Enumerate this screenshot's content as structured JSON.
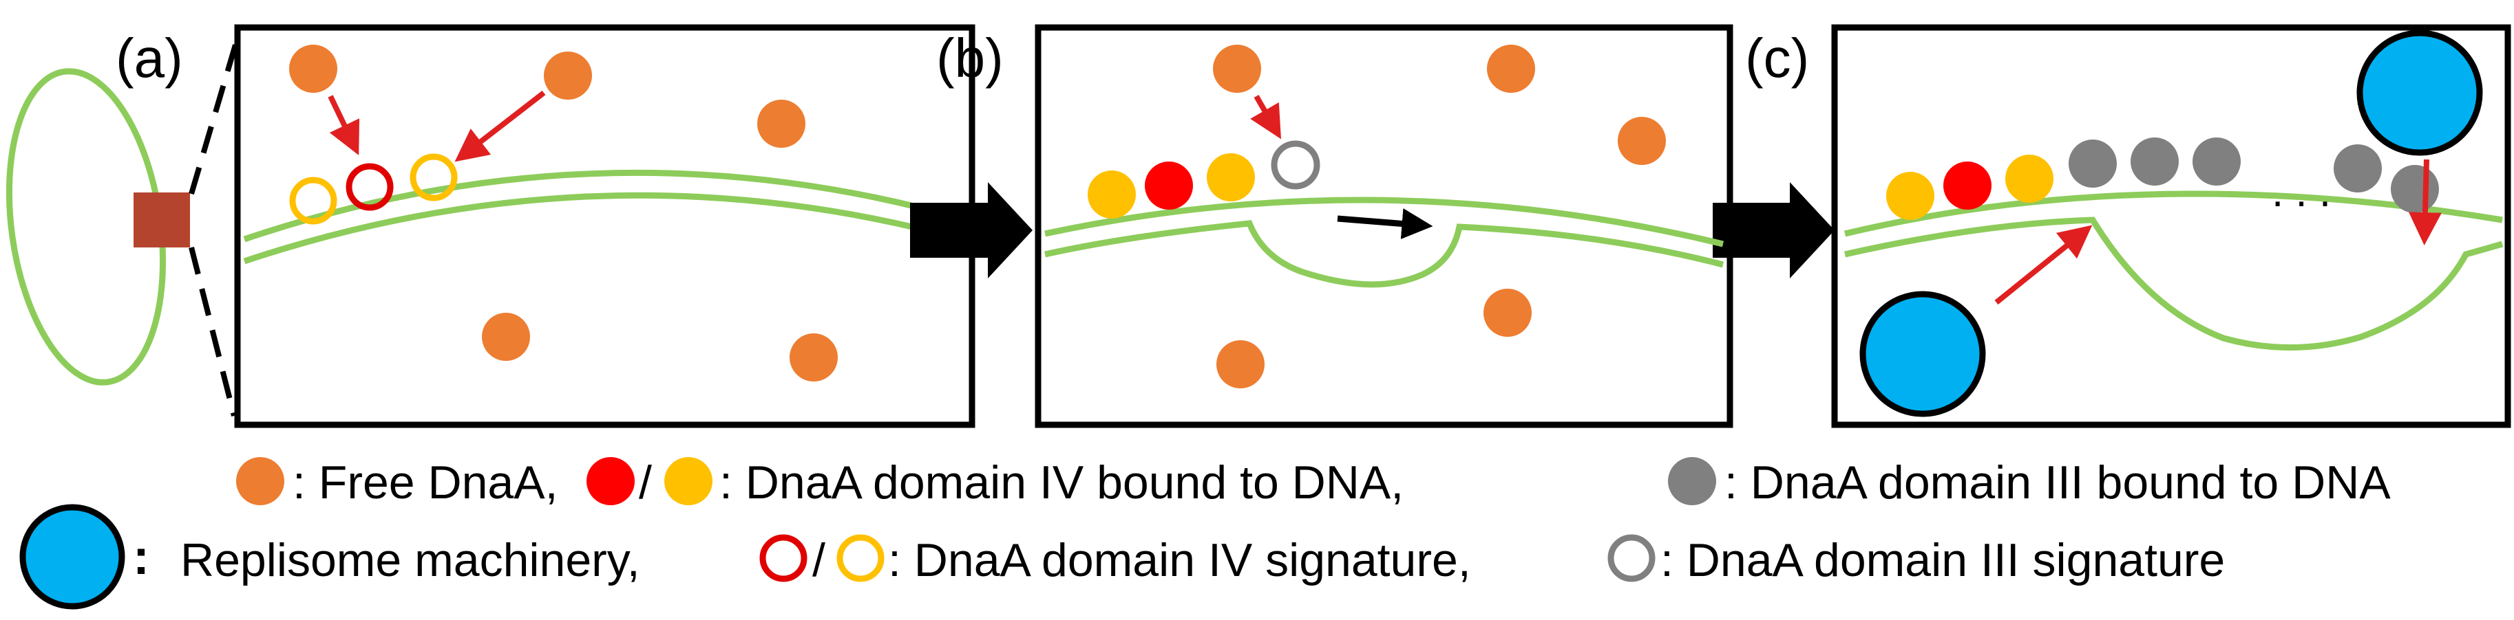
{
  "panels": [
    {
      "label": "(a)"
    },
    {
      "label": "(b)"
    },
    {
      "label": "(c)"
    }
  ],
  "ellipsis": ". . .",
  "legend": {
    "line1": {
      "free_dnaa": ": Free DnaA,",
      "slash": "/",
      "domain4_bound": ": DnaA domain IV bound to DNA,",
      "domain3_bound": ": DnaA domain III bound to DNA"
    },
    "line2": {
      "colon": ":",
      "replisome": "Replisome machinery,",
      "slash": "/",
      "domain4_signature": ": DnaA domain IV signature,",
      "domain3_signature": ": DnaA domain III signature"
    }
  },
  "colors": {
    "dna_green": "#8dcc5a",
    "free_dnaa_orange": "#ed7d31",
    "domain4_red": "#ff0000",
    "domain4_yellow": "#ffc000",
    "domain3_gray": "#808080",
    "replisome_blue": "#00b0f0",
    "arrow_red": "#e02020",
    "patch_brown": "#b5442e"
  }
}
